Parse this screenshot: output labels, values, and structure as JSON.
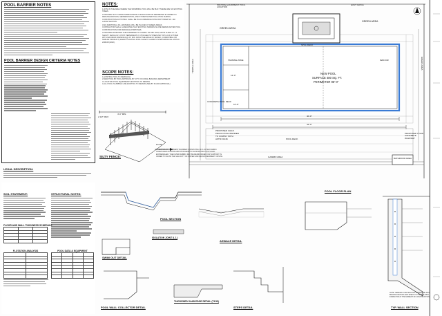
{
  "barrier_notes": {
    "title": "POOL BARRIER NOTES",
    "detail_1": "4'-0\" MIN.",
    "detail_2": "2 1/2\" MAX",
    "detail_3": "FLOW"
  },
  "design_criteria": {
    "title": "POOL BARRIER DESIGN CRITERIA NOTES"
  },
  "silty_fence": {
    "label": "SILTY FENCE:"
  },
  "legal": {
    "title": "LEGAL DESCRIPTION:"
  },
  "soil": {
    "title": "SOIL STATEMENT:"
  },
  "structural": {
    "title": "STRUCTURAL NOTES:"
  },
  "floor_wall": {
    "title": "FLOOR AND WALL THICKNESS SCHEDULE"
  },
  "flotation": {
    "title": "FLOTATION ANALYSIS"
  },
  "pool_data": {
    "title": "POOL DATA & EQUIPMENT"
  },
  "notes": {
    "title": "NOTES:",
    "items": [
      "1-WITH IN THE AREA WHERE THE SWIMMING POOL WILL BE BUILT THERE ARE NO EXISTING TREES.",
      "2-PROVIDE SILTY FENCE SURROUNDING THE EXCAVATION PERIMETER IN ORDER TO REDUCE EROSION, SEDIMENTATION, AND STORM WATER POLLUTION DURING CONSTRUCTION ACTIVITIES. SHALL BE IN ACCORDANCE WITH FDOT INDEX NO. 102 LATEST EDITION.",
      "3-NO ADDITIONAL FILL MATERIAL WILL BE PLACED AT GREEN AREAS.",
      "CONTRACTOR SHALL GUARANTEE THAT EXISTING TERRAIN SLOPE REMAIN AFTER POOL CONSTRUCTION FOR DRAINAGE PURPOSES.",
      "4-PROVIDE APPROVED CHILD BARRIER TO COMPLY W/ FBC 2023, EDIT 8 R-4501.17.1.1 SAFETY FENCE W/ 1 POST PERMANENTLY ATTACHED SYSTEM AND TOP LOCK SYSTEM WITH MAXIMUM OPENINGS @ 20\" MIN. FROM THE EDGE OF WATER. (COMPATIBLE OR SIMILAR PRODUCT) SMART FLOATING POOL SAFETY ALARM SYSTEM APPROVAL ASTM F-2208-08 (2020)."
    ]
  },
  "scope": {
    "title": "SCOPE NOTES:",
    "items": [
      "1-EXISTING POOL TO DEMOLISH",
      "2-NEW POOL BY POOL APPROVAL BY CITY OF CORAL BUILDING DEPARTMENT",
      "3-LOCATION POOL EQUIPMENTS EXISTING TO REMAIN",
      "4-ALL POOL PLUMBING LINE EXISTING TO REMAIN (SEE BY PLANS APPROVAL)"
    ]
  },
  "site": {
    "provide_equipment": "PROVIDE EQUIPMENT POOL LOCATION",
    "east_fence": "EAST FENCE",
    "green_area_left": "GREEN AREA",
    "green_area_right": "GREEN AREA",
    "spill_deck": "SPILL DECK",
    "tanning_zone": "TANNING ZONE",
    "new_pool_1": "NEW POOL",
    "new_pool_2": "SURFACE 480 SQ. FT.",
    "new_pool_3": "PERIMETER 96'-0\"",
    "dim_top": "40'-0\"",
    "dim_bottom": "42'-0\"",
    "dim_inner": "12'-0\"",
    "dim_side": "10'-0\"",
    "temple_area": "TEMPLE AREA",
    "concrete_pool_deck": "CONCRETE POOL DECK",
    "child_barrier_1": "PROPOSED CHILD",
    "child_barrier_2": "PROOF POOL BARRIER",
    "child_barrier_3": "TO COMPLY WITH",
    "child_barrier_4": "ASTM F1346",
    "pool_deck": "POOL DECK",
    "gazebo_area": "GAZEBO AREA",
    "bathroom_area": "BATHROOM AREA",
    "proposed_walk": "PROPOSED 4\" MIN CONCRETE WALKWAY",
    "temporary_note": "A TEMPORARY SEDIMENT BARRIER CONSISTING OF A FILTER FABRIC STRETCHED ACROSS AND ATTACHED TO SUPPORTING POSTS AND ENTRENCHED. THE FILTER FABRIC MAY BE REINFORCED FOR SUPPORT IN ORDER TO SLOW THE VELOCITY OF WATER AND RETAIN SEDIMENT ONSITE.",
    "main_dr": "MAIN DR"
  },
  "details": {
    "floor_plan": "POOL FLOOR PLAN",
    "pool_section": "POOL SECTION",
    "swim_out": "SWIM OUT DETAIL",
    "isolation": "ISOLATION JOINT (I.J.)",
    "aswale": "ASWALE DETAIL",
    "collector": "POOL WALL COLLECTOR DETAIL",
    "thickened": "THICKENED SLAB EDGE DETAIL (T.E.B)",
    "steps": "STEPS DETAIL",
    "typ_wall": "TYP. WALL SECTION",
    "general_note": "NOTE: GENERAL CONTRACTOR TO PROVIDE SHORING AND BRACING DETAILS AND SPECS TO THE BUILDING INSPECTOR AT THE MOMENT OF CONSTRUCTION"
  }
}
